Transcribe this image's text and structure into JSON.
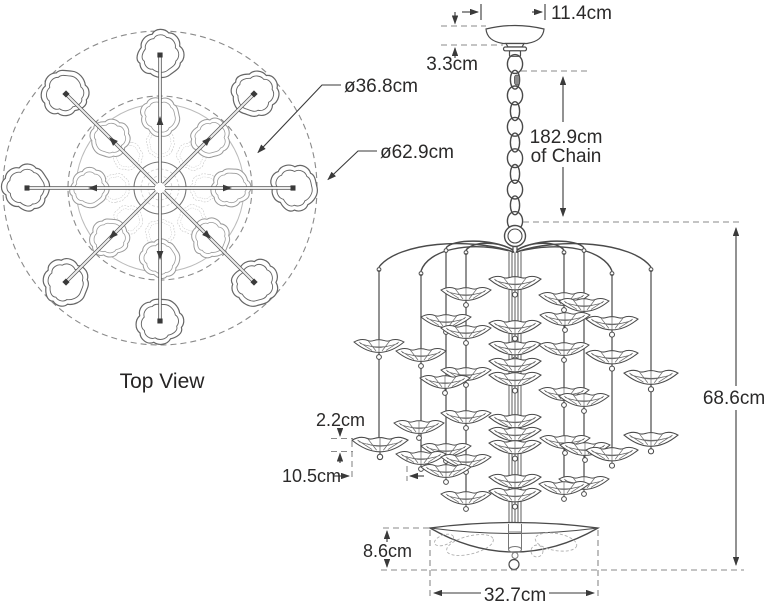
{
  "top_view": {
    "caption": "Top View",
    "dim_inner_diameter": "ø36.8cm",
    "dim_outer_diameter": "ø62.9cm"
  },
  "side_view": {
    "dim_canopy_width": "11.4cm",
    "dim_canopy_height": "3.3cm",
    "dim_chain_length": "182.9cm",
    "dim_chain_length_suffix": "of Chain",
    "dim_body_height": "68.6cm",
    "dim_shade_height": "2.2cm",
    "dim_shade_diameter": "10.5cm",
    "dim_bowl_height": "8.6cm",
    "dim_bowl_diameter": "32.7cm"
  },
  "colors": {
    "line": "#4a4a4a",
    "text": "#2b2a2a",
    "dashed": "#8a8a8a",
    "light_line": "#9a9a9a",
    "ghost_line": "#c8c8c8",
    "background": "#ffffff"
  }
}
